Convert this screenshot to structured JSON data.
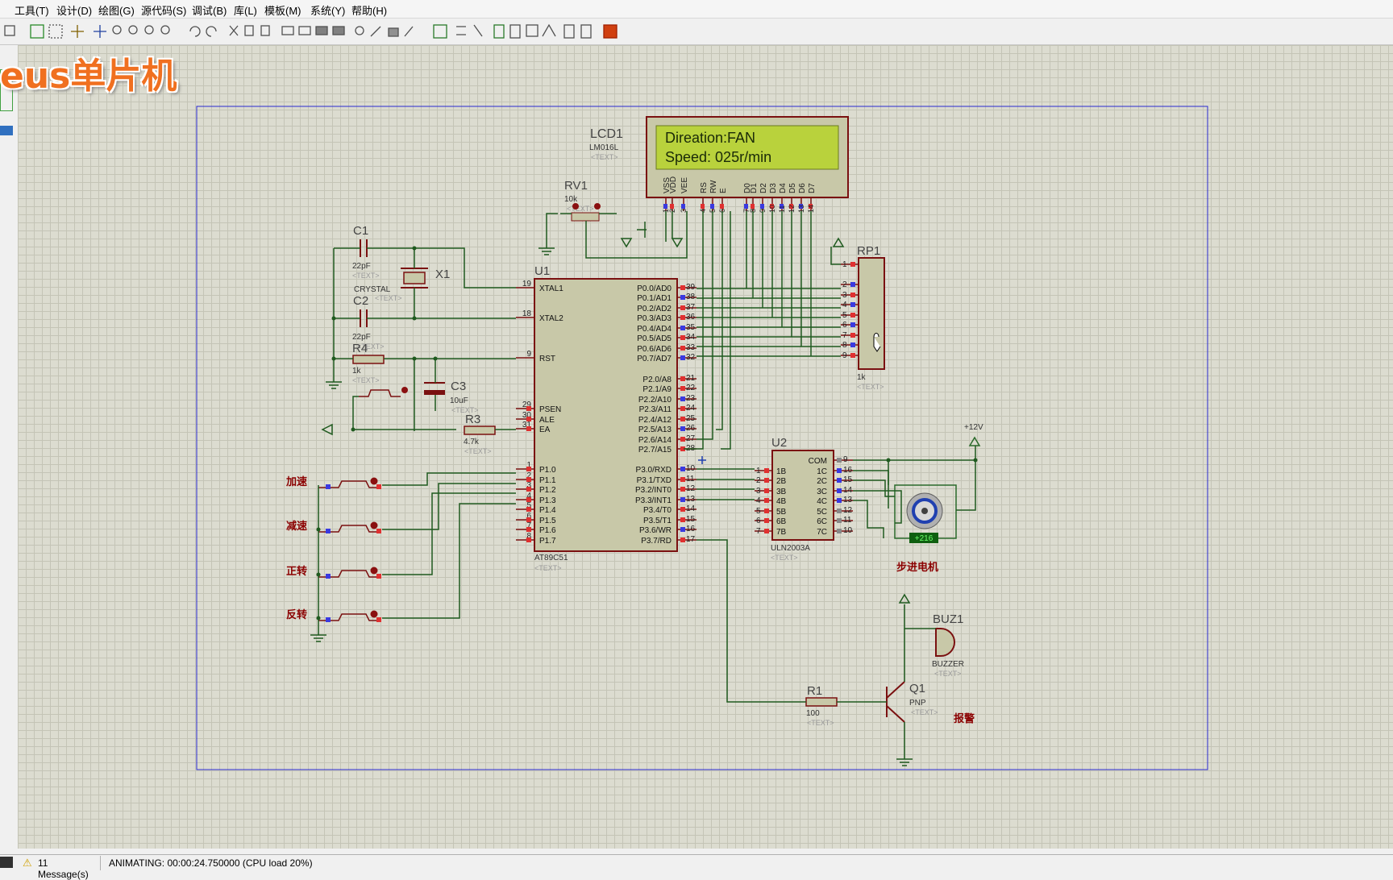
{
  "menu": {
    "items": [
      "工具(T)",
      "设计(D)",
      "绘图(G)",
      "源代码(S)",
      "调试(B)",
      "库(L)",
      "模板(M)",
      "系统(Y)",
      "帮助(H)"
    ]
  },
  "watermark": "eus单片机",
  "lcd": {
    "ref": "LCD1",
    "part": "LM016L",
    "text_tag": "<TEXT>",
    "line1": "Direation:FAN",
    "line2": "Speed: 025r/min",
    "pins": [
      "VSS",
      "VDD",
      "VEE",
      "RS",
      "RW",
      "E",
      "D0",
      "D1",
      "D2",
      "D3",
      "D4",
      "D5",
      "D6",
      "D7"
    ],
    "pin_numbers": [
      "1",
      "2",
      "3",
      "4",
      "5",
      "6",
      "7",
      "8",
      "9",
      "10",
      "11",
      "12",
      "13",
      "14"
    ]
  },
  "rv1": {
    "ref": "RV1",
    "value": "10k",
    "text_tag": "<TEXT>"
  },
  "c1": {
    "ref": "C1",
    "value": "22pF",
    "text_tag": "<TEXT>"
  },
  "c2": {
    "ref": "C2",
    "value": "22pF",
    "text_tag": "<TEXT>"
  },
  "x1": {
    "ref": "X1",
    "value": "CRYSTAL",
    "text_tag": "<TEXT>"
  },
  "r4": {
    "ref": "R4",
    "value": "1k",
    "text_tag": "<TEXT>"
  },
  "c3": {
    "ref": "C3",
    "value": "10uF",
    "text_tag": "<TEXT>"
  },
  "r3": {
    "ref": "R3",
    "value": "4.7k",
    "text_tag": "<TEXT>"
  },
  "u1": {
    "ref": "U1",
    "part": "AT89C51",
    "text_tag": "<TEXT>",
    "left_pins": [
      {
        "num": "19",
        "name": "XTAL1"
      },
      {
        "num": "18",
        "name": "XTAL2"
      },
      {
        "num": "9",
        "name": "RST"
      },
      {
        "num": "29",
        "name": "PSEN"
      },
      {
        "num": "30",
        "name": "ALE"
      },
      {
        "num": "31",
        "name": "EA"
      },
      {
        "num": "1",
        "name": "P1.0"
      },
      {
        "num": "2",
        "name": "P1.1"
      },
      {
        "num": "3",
        "name": "P1.2"
      },
      {
        "num": "4",
        "name": "P1.3"
      },
      {
        "num": "5",
        "name": "P1.4"
      },
      {
        "num": "6",
        "name": "P1.5"
      },
      {
        "num": "7",
        "name": "P1.6"
      },
      {
        "num": "8",
        "name": "P1.7"
      }
    ],
    "right_pins": [
      {
        "num": "39",
        "name": "P0.0/AD0"
      },
      {
        "num": "38",
        "name": "P0.1/AD1"
      },
      {
        "num": "37",
        "name": "P0.2/AD2"
      },
      {
        "num": "36",
        "name": "P0.3/AD3"
      },
      {
        "num": "35",
        "name": "P0.4/AD4"
      },
      {
        "num": "34",
        "name": "P0.5/AD5"
      },
      {
        "num": "33",
        "name": "P0.6/AD6"
      },
      {
        "num": "32",
        "name": "P0.7/AD7"
      },
      {
        "num": "21",
        "name": "P2.0/A8"
      },
      {
        "num": "22",
        "name": "P2.1/A9"
      },
      {
        "num": "23",
        "name": "P2.2/A10"
      },
      {
        "num": "24",
        "name": "P2.3/A11"
      },
      {
        "num": "25",
        "name": "P2.4/A12"
      },
      {
        "num": "26",
        "name": "P2.5/A13"
      },
      {
        "num": "27",
        "name": "P2.6/A14"
      },
      {
        "num": "28",
        "name": "P2.7/A15"
      },
      {
        "num": "10",
        "name": "P3.0/RXD"
      },
      {
        "num": "11",
        "name": "P3.1/TXD"
      },
      {
        "num": "12",
        "name": "P3.2/INT0"
      },
      {
        "num": "13",
        "name": "P3.3/INT1"
      },
      {
        "num": "14",
        "name": "P3.4/T0"
      },
      {
        "num": "15",
        "name": "P3.5/T1"
      },
      {
        "num": "16",
        "name": "P3.6/WR"
      },
      {
        "num": "17",
        "name": "P3.7/RD"
      }
    ]
  },
  "rp1": {
    "ref": "RP1",
    "value": "1k",
    "text_tag": "<TEXT>",
    "pins": [
      "1",
      "2",
      "3",
      "4",
      "5",
      "6",
      "7",
      "8",
      "9"
    ]
  },
  "u2": {
    "ref": "U2",
    "part": "ULN2003A",
    "text_tag": "<TEXT>",
    "left_pins": [
      {
        "num": "1",
        "name": "1B"
      },
      {
        "num": "2",
        "name": "2B"
      },
      {
        "num": "3",
        "name": "3B"
      },
      {
        "num": "4",
        "name": "4B"
      },
      {
        "num": "5",
        "name": "5B"
      },
      {
        "num": "6",
        "name": "6B"
      },
      {
        "num": "7",
        "name": "7B"
      }
    ],
    "right_pins": [
      {
        "num": "9",
        "name": "COM"
      },
      {
        "num": "16",
        "name": "1C"
      },
      {
        "num": "15",
        "name": "2C"
      },
      {
        "num": "14",
        "name": "3C"
      },
      {
        "num": "13",
        "name": "4C"
      },
      {
        "num": "12",
        "name": "5C"
      },
      {
        "num": "11",
        "name": "6C"
      },
      {
        "num": "10",
        "name": "7C"
      }
    ]
  },
  "motor": {
    "readout": "+216",
    "label": "步进电机"
  },
  "supply": {
    "label": "+12V"
  },
  "buttons": [
    "加速",
    "减速",
    "正转",
    "反转"
  ],
  "buz1": {
    "ref": "BUZ1",
    "part": "BUZZER",
    "text_tag": "<TEXT>"
  },
  "q1": {
    "ref": "Q1",
    "part": "PNP",
    "text_tag": "<TEXT>",
    "label": "报警"
  },
  "r1": {
    "ref": "R1",
    "value": "100",
    "text_tag": "<TEXT>"
  },
  "status": {
    "messages": "11 Message(s)",
    "animating": "ANIMATING: 00:00:24.750000 (CPU load 20%)"
  },
  "colors": {
    "wire": "#1f5a1f",
    "body": "#c8c8a8",
    "outline": "#7a1010",
    "lcd_bg": "#b9d23c",
    "lcd_text": "#1a2a08",
    "pin_red": "#e03030",
    "pin_blue": "#3a3ae0",
    "label": "#8b0000"
  }
}
